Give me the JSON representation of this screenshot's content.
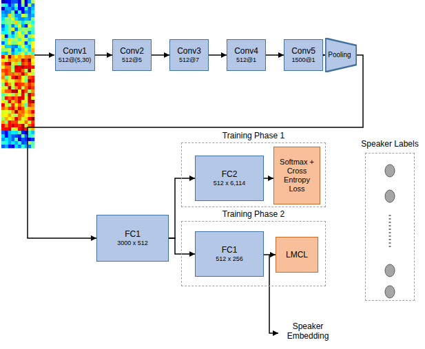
{
  "diagram": {
    "nodes": [
      {
        "text": [
          "Conv1",
          "512@(5,30)"
        ]
      },
      {
        "text": [
          "Conv2",
          "512@5"
        ]
      },
      {
        "text": [
          "Conv3",
          "512@7"
        ]
      },
      {
        "text": [
          "Conv4",
          "512@1"
        ]
      },
      {
        "text": [
          "Conv5",
          "1500@1"
        ]
      },
      {
        "text": [
          "Pooling"
        ]
      },
      {
        "text": [
          "FC1",
          "3000 x 512"
        ]
      },
      {
        "text": [
          "Training Phase 1"
        ]
      },
      {
        "text": [
          "FC2",
          "512 x 6,114"
        ],
        "in": 7
      },
      {
        "text": [
          "Softmax + Cross Entropy Loss"
        ],
        "in": 7
      },
      {
        "text": [
          "Training Phase 2"
        ]
      },
      {
        "text": [
          "FC1",
          "512 x 256"
        ],
        "in": 10
      },
      {
        "text": [
          "LMCL"
        ],
        "in": 10
      },
      {
        "text": [
          "Speaker Labels"
        ]
      }
    ],
    "edges": [
      {
        "from": 0,
        "to": 1,
        "arrow": "to"
      },
      {
        "from": 1,
        "to": 2,
        "arrow": "to"
      },
      {
        "from": 2,
        "to": 3,
        "arrow": "to"
      },
      {
        "from": 3,
        "to": 4,
        "arrow": "to"
      },
      {
        "from": 4,
        "to": 5,
        "arrow": "to"
      },
      {
        "from": 5,
        "to": 6,
        "arrow": "to"
      },
      {
        "from": 6,
        "to": 8,
        "arrow": "to"
      },
      {
        "from": 6,
        "to": 11,
        "arrow": "to"
      },
      {
        "from": 8,
        "to": 9,
        "arrow": "to"
      },
      {
        "from": 11,
        "to": 12,
        "arrow": "to"
      }
    ],
    "labels": [
      "Speaker Embedding"
    ]
  }
}
